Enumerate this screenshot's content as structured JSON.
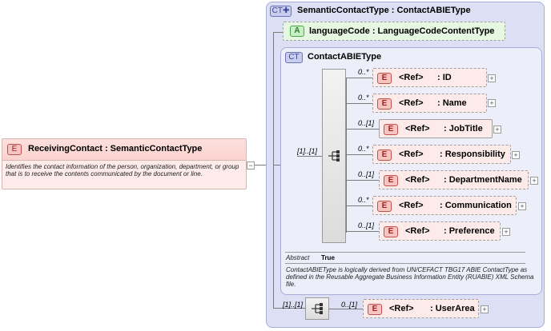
{
  "root": {
    "tag": "CT",
    "title": "SemanticContactType : ContactABIEType"
  },
  "attribute": {
    "tag": "A",
    "label": "languageCode : LanguageCodeContentType"
  },
  "inner_type": {
    "tag": "CT",
    "title": "ContactABIEType",
    "sequence_multiplicity": "[1]..[1]",
    "elements": [
      {
        "mult": "0..*",
        "ref": "<Ref>",
        "name": ": ID"
      },
      {
        "mult": "0..*",
        "ref": "<Ref>",
        "name": ": Name"
      },
      {
        "mult": "0..[1]",
        "ref": "<Ref>",
        "name": ": JobTitle"
      },
      {
        "mult": "0..*",
        "ref": "<Ref>",
        "name": ": Responsibility"
      },
      {
        "mult": "0..[1]",
        "ref": "<Ref>",
        "name": ": DepartmentName"
      },
      {
        "mult": "0..*",
        "ref": "<Ref>",
        "name": ": Communication"
      },
      {
        "mult": "0..[1]",
        "ref": "<Ref>",
        "name": ": Preference"
      }
    ],
    "abstract_label": "Abstract",
    "abstract_value": "True",
    "annotation": "ContactABIEType is logically derived from UN/CEFACT TBG17 ABIE ContactType as defined in the Reusable Aggregate Business Information Entity (RUABIE) XML Schema file."
  },
  "outer_sequence": {
    "multiplicity": "[1]..[1]",
    "element": {
      "mult": "0..[1]",
      "ref": "<Ref>",
      "name": ": UserArea"
    }
  },
  "receiving": {
    "tag": "E",
    "title": "ReceivingContact : SemanticContactType",
    "description": "Identifies the contact information of the person, organization, department, or group that is to receive the contents communicated by the document or line."
  },
  "tags": {
    "element": "E",
    "ct_outer": "CT✚"
  },
  "colors": {
    "ct_bg": "#dde0f5",
    "element_bg": "#fdebea",
    "attr_bg": "#e6f7e2"
  }
}
